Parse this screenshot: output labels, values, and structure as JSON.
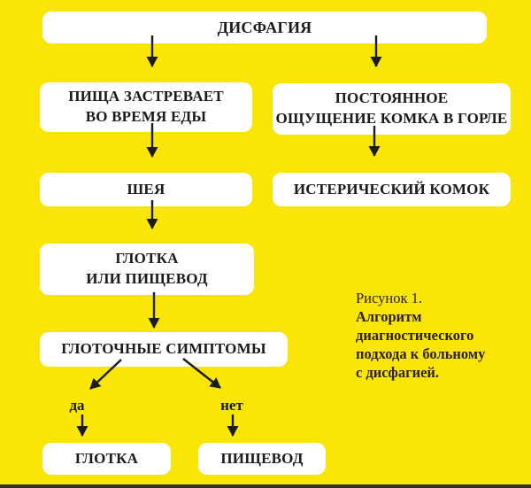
{
  "figure": {
    "kind": "flowchart",
    "language": "ru",
    "colors": {
      "background": "#FAE606",
      "node_fill": "#FFFFFF",
      "node_text": "#1B1B1B",
      "arrow": "#1B1B1B",
      "caption_text": "#2E2218",
      "bottom_edge": "#32322B"
    }
  },
  "nodes": {
    "dysphagia": {
      "label": "ДИСФАГИЯ"
    },
    "food_sticks": {
      "label": "ПИЩА ЗАСТРЕВАЕТ\nВО ВРЕМЯ ЕДЫ"
    },
    "constant_lump": {
      "label": "ПОСТОЯННОЕ\nОЩУЩЕНИЕ КОМКА В ГОРЛЕ"
    },
    "neck": {
      "label": "ШЕЯ"
    },
    "hysterical_lump": {
      "label": "ИСТЕРИЧЕСКИЙ КОМОК"
    },
    "pharynx_or_esophagus": {
      "label": "ГЛОТКА\nИЛИ ПИЩЕВОД"
    },
    "pharyngeal_symptoms": {
      "label": "ГЛОТОЧНЫЕ СИМПТОМЫ"
    },
    "pharynx": {
      "label": "ГЛОТКА"
    },
    "esophagus": {
      "label": "ПИЩЕВОД"
    }
  },
  "branch_labels": {
    "yes": "да",
    "no": "нет"
  },
  "caption": {
    "title": "Рисунок 1.",
    "lines": [
      "Алгоритм",
      "диагностического",
      "подхода к больному",
      "с дисфагией."
    ]
  }
}
